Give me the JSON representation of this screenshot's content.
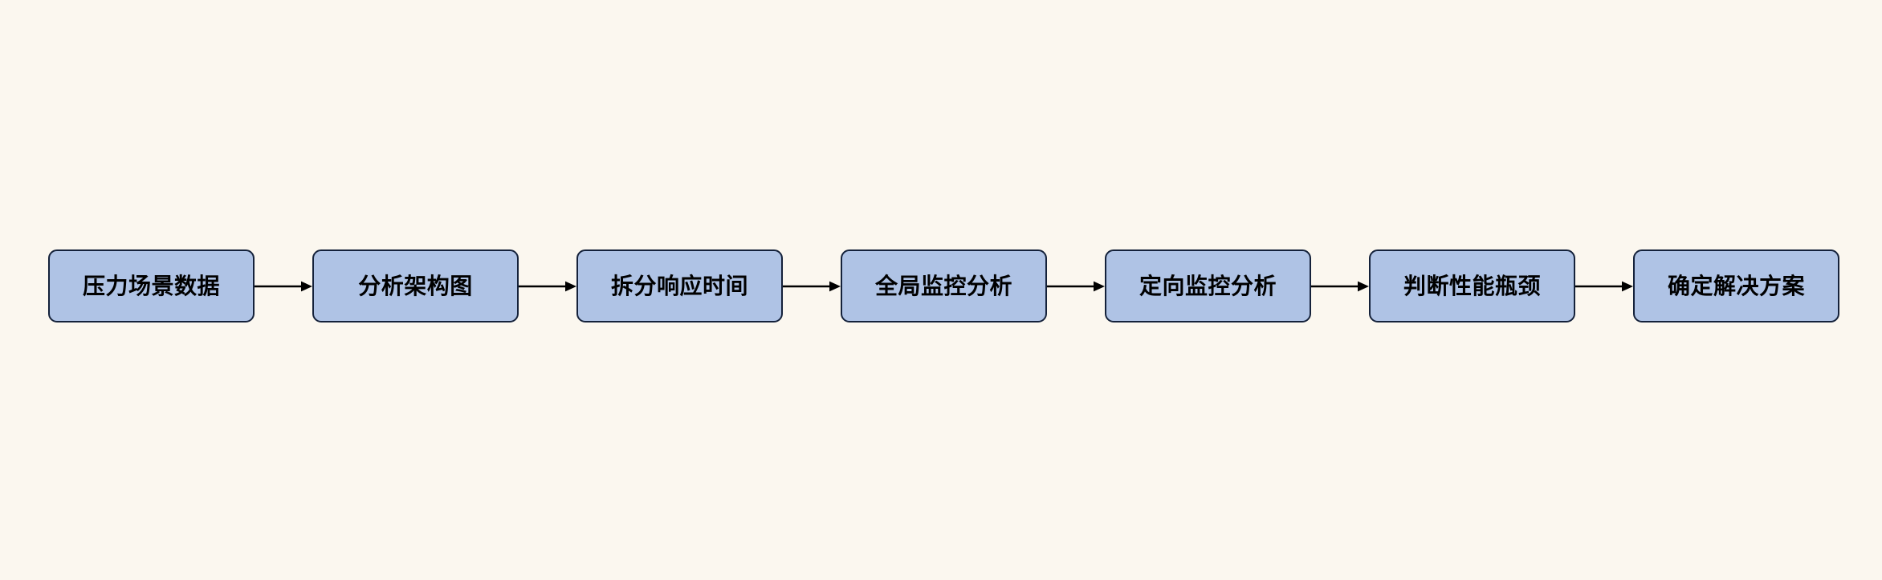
{
  "diagram": {
    "type": "flowchart",
    "orientation": "left-to-right",
    "title": "",
    "background_color": "#fbf7ef",
    "node_fill_color": "#afc3e5",
    "node_border_color": "#14213a",
    "edge_color": "#000000",
    "text_color": "#000000",
    "nodes": [
      {
        "id": "n1",
        "label": "压力场景数据"
      },
      {
        "id": "n2",
        "label": "分析架构图"
      },
      {
        "id": "n3",
        "label": "拆分响应时间"
      },
      {
        "id": "n4",
        "label": "全局监控分析"
      },
      {
        "id": "n5",
        "label": "定向监控分析"
      },
      {
        "id": "n6",
        "label": "判断性能瓶颈"
      },
      {
        "id": "n7",
        "label": "确定解决方案"
      }
    ],
    "edges": [
      {
        "id": "e1",
        "from": "n1",
        "to": "n2",
        "label": "",
        "arrowhead": "solid-triangle"
      },
      {
        "id": "e2",
        "from": "n2",
        "to": "n3",
        "label": "",
        "arrowhead": "solid-triangle"
      },
      {
        "id": "e3",
        "from": "n3",
        "to": "n4",
        "label": "",
        "arrowhead": "solid-triangle"
      },
      {
        "id": "e4",
        "from": "n4",
        "to": "n5",
        "label": "",
        "arrowhead": "solid-triangle"
      },
      {
        "id": "e5",
        "from": "n5",
        "to": "n6",
        "label": "",
        "arrowhead": "solid-triangle"
      },
      {
        "id": "e6",
        "from": "n6",
        "to": "n7",
        "label": "",
        "arrowhead": "solid-triangle"
      }
    ]
  }
}
